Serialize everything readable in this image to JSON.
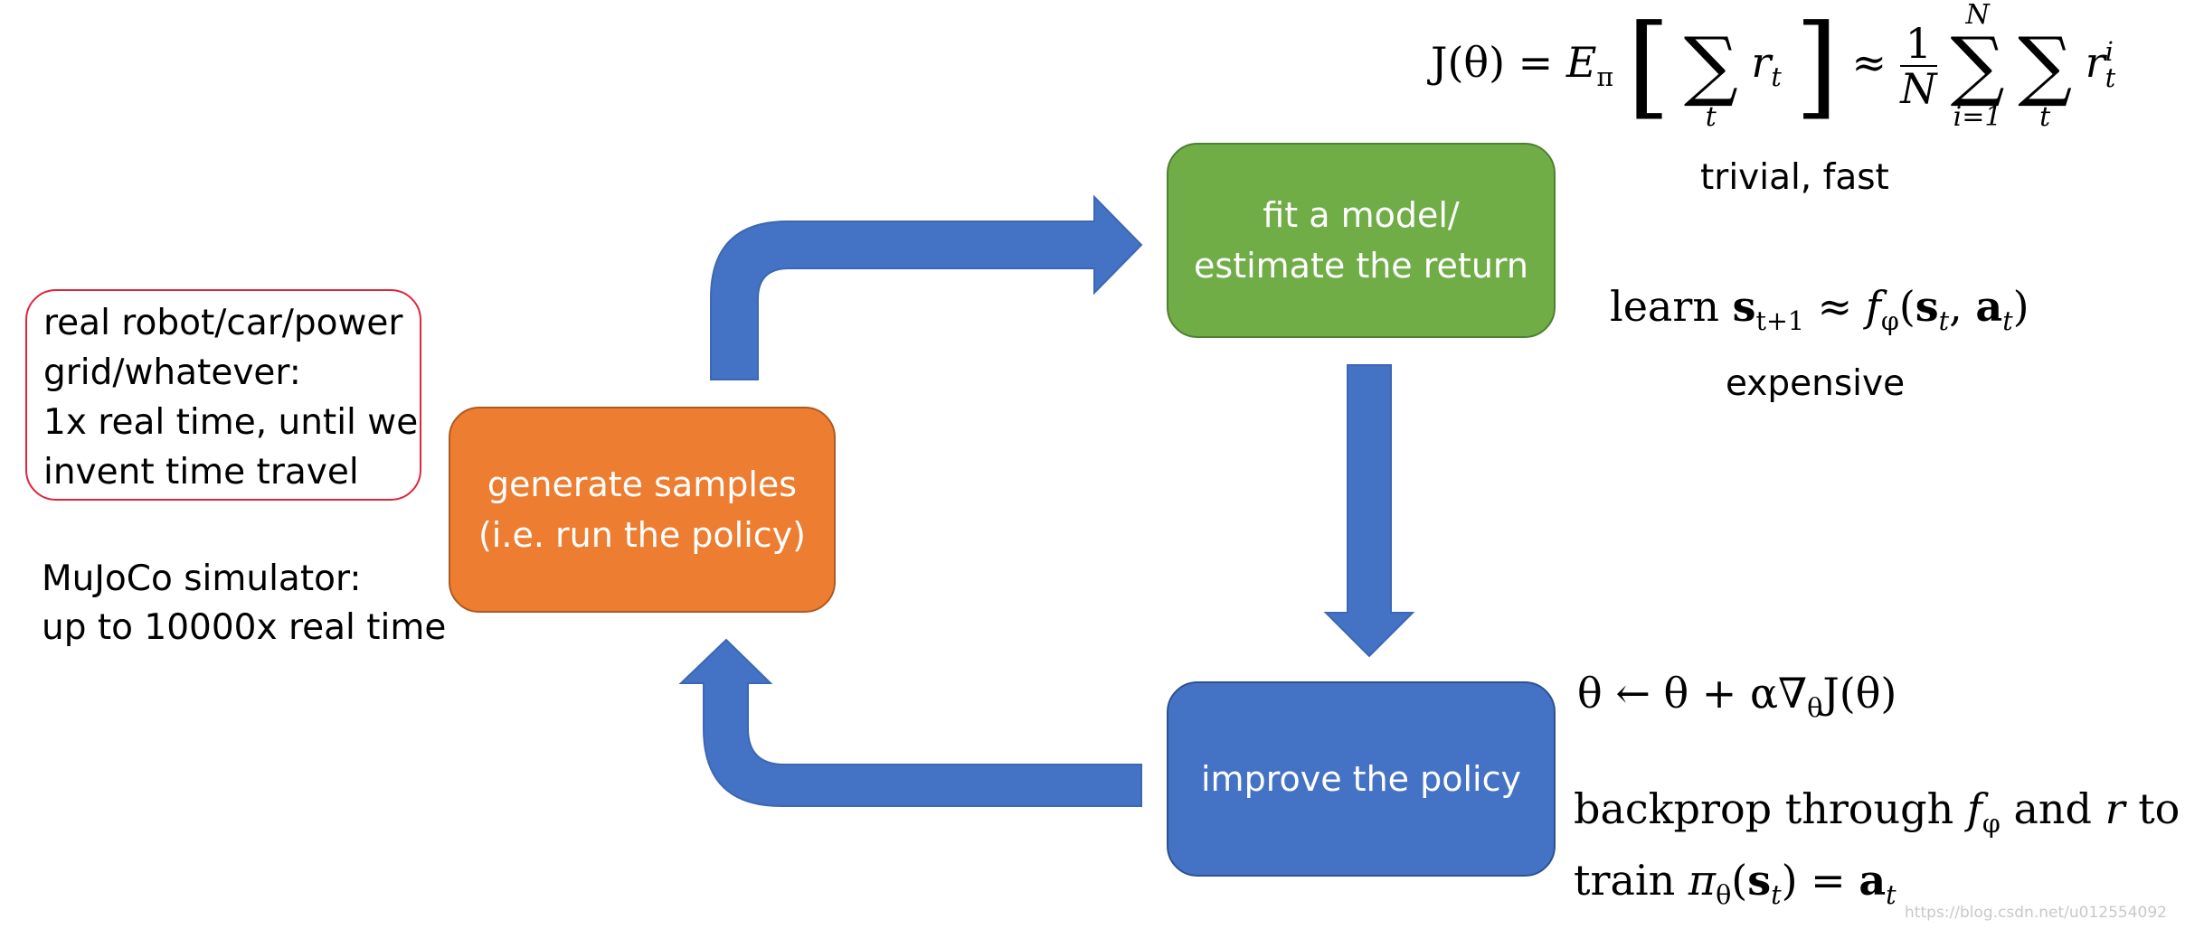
{
  "boxes": {
    "fit": {
      "line1": "fit a model/",
      "line2": "estimate the return"
    },
    "generate": {
      "line1": "generate samples",
      "line2": "(i.e. run the policy)"
    },
    "improve": {
      "line1": "improve the policy"
    }
  },
  "annotations": {
    "real_world": [
      "real robot/car/power",
      "grid/whatever:",
      "1x real time, until we",
      "invent time travel"
    ],
    "simulator": [
      "MuJoCo simulator:",
      "up to 10000x real time"
    ],
    "trivial_fast": "trivial, fast",
    "expensive": "expensive"
  },
  "math": {
    "objective": {
      "lhs": "J(θ) = ",
      "expectation": "E",
      "policy_sub": "π",
      "sum_symbol": "∑",
      "sum_index": "t",
      "term_r": "r",
      "term_sub": "t",
      "approx": " ≈ ",
      "frac_num": "1",
      "frac_den": "N",
      "outer_upper": "N",
      "outer_lower": "i=1",
      "inner_lower": "t",
      "term_sup": "i"
    },
    "model": {
      "prefix": "learn ",
      "s": "s",
      "s_sub": "t+1",
      "approx": " ≈ ",
      "f": "f",
      "f_sub": "φ",
      "args_open": "(",
      "arg_s": "s",
      "arg_s_sub": "t",
      "comma": ", ",
      "arg_a": "a",
      "arg_a_sub": "t",
      "args_close": ")"
    },
    "update": {
      "text1": "θ ← θ + α∇",
      "sub": "θ",
      "text2": "J(θ)"
    },
    "backprop": {
      "line1_a": "backprop through ",
      "f": "f",
      "f_sub": "φ",
      "line1_b": " and ",
      "r": "r",
      "line1_c": " to",
      "line2_a": "train ",
      "pi": "π",
      "pi_sub": "θ",
      "line2_b": "(",
      "s": "s",
      "s_sub": "t",
      "line2_c": ") = ",
      "a": "a",
      "a_sub": "t"
    }
  },
  "watermark": "https://blog.csdn.net/u012554092",
  "colors": {
    "arrow": "#4472c4",
    "fit_box": "#70ad47",
    "generate_box": "#ed7d31",
    "improve_box": "#4472c4",
    "real_border": "#e0243c"
  }
}
